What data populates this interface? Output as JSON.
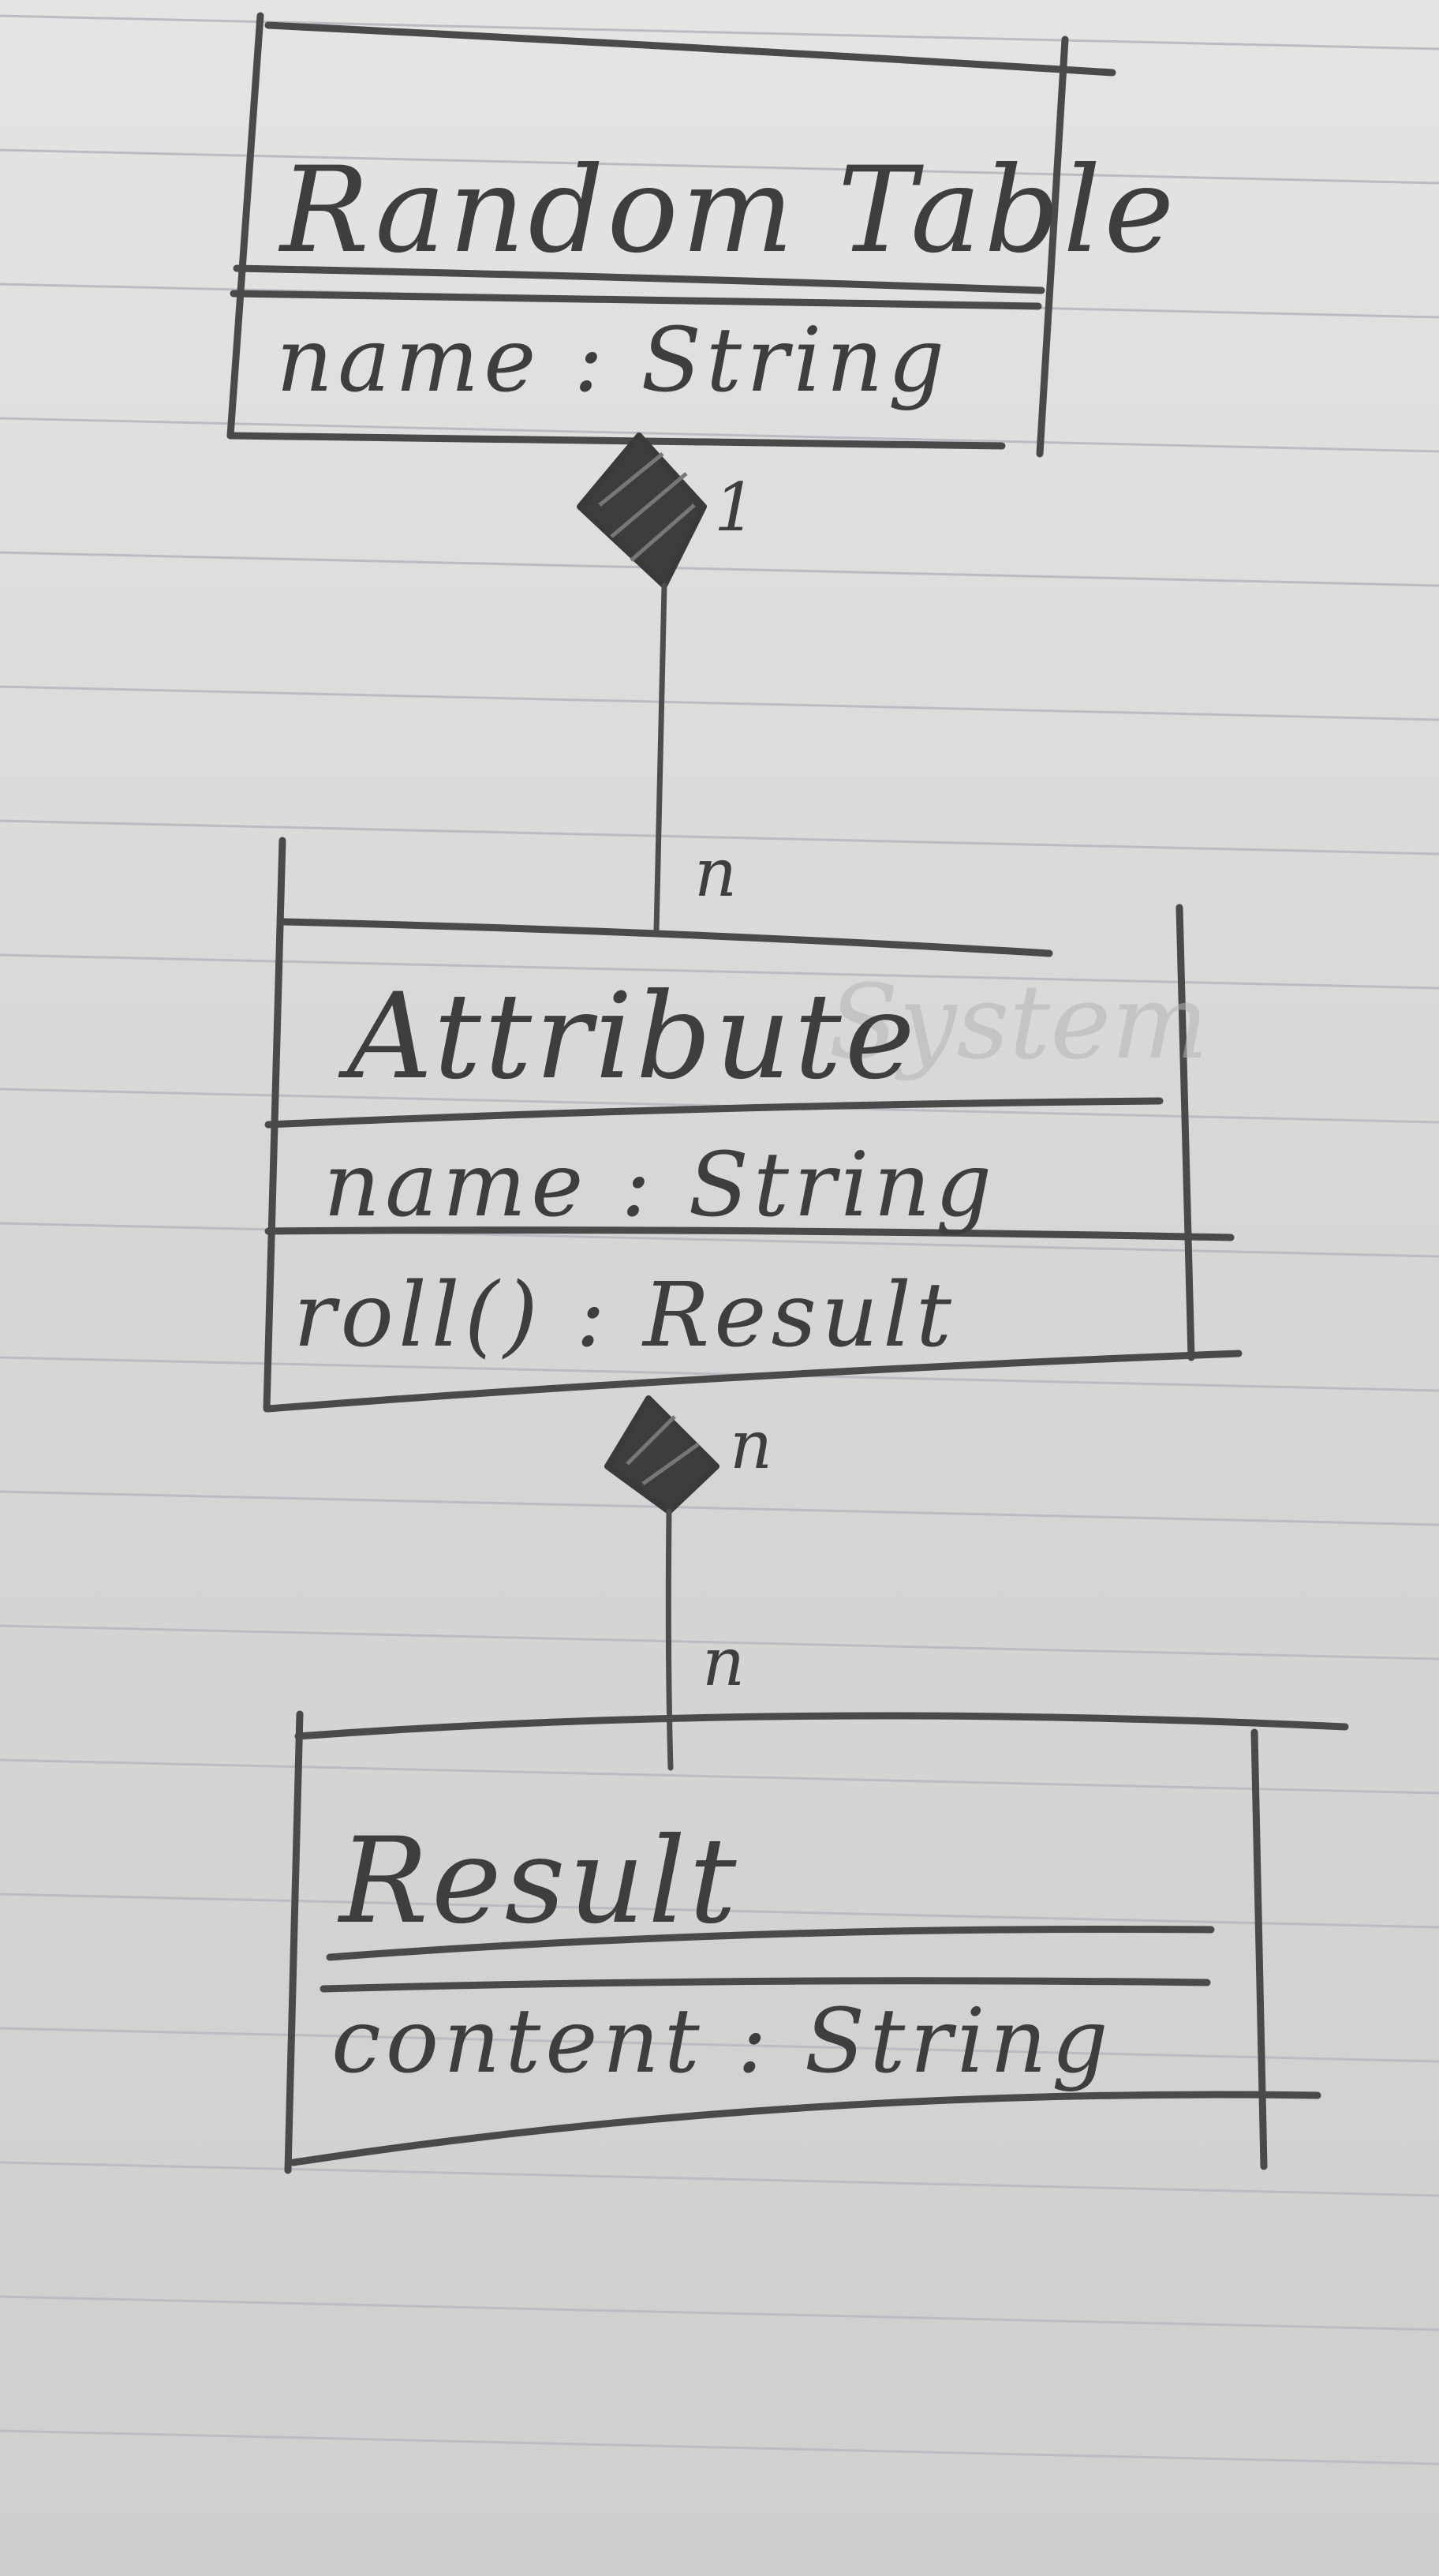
{
  "classes": [
    {
      "name": "Random Table",
      "attributes": [
        "name : String"
      ],
      "operations": []
    },
    {
      "name": "Attribute",
      "attributes": [
        "name : String"
      ],
      "operations": [
        "roll() : Result"
      ]
    },
    {
      "name": "Result",
      "attributes": [
        "content : String"
      ],
      "operations": []
    }
  ],
  "associations": [
    {
      "kind": "composition",
      "whole": "Random Table",
      "part": "Attribute",
      "whole_multiplicity": "1",
      "part_multiplicity": "n"
    },
    {
      "kind": "composition",
      "whole": "Attribute",
      "part": "Result",
      "whole_multiplicity": "n",
      "part_multiplicity": "n"
    }
  ],
  "erased_text": "System",
  "colors": {
    "paper": "#dededc",
    "ruled_line": "#b9bcc4",
    "pencil": "#4a4a4a"
  }
}
